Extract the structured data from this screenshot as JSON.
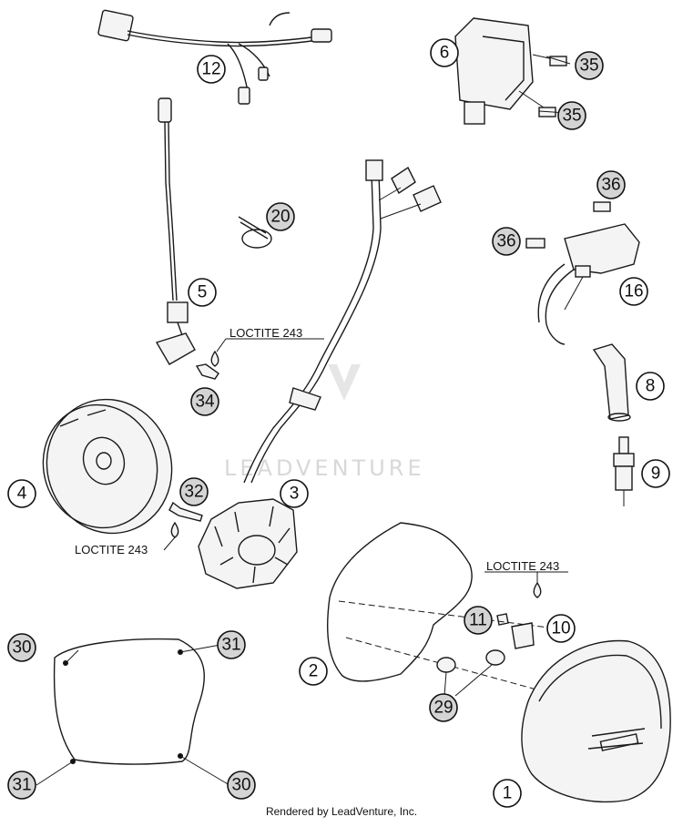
{
  "callouts": {
    "c1": "1",
    "c2": "2",
    "c3": "3",
    "c4": "4",
    "c5": "5",
    "c6": "6",
    "c8": "8",
    "c9": "9",
    "c10": "10",
    "c11": "11",
    "c12": "12",
    "c16": "16",
    "c20": "20",
    "c29": "29",
    "c30a": "30",
    "c30b": "30",
    "c31a": "31",
    "c31b": "31",
    "c32": "32",
    "c34": "34",
    "c35a": "35",
    "c35b": "35",
    "c36a": "36",
    "c36b": "36"
  },
  "notes": {
    "loctite_a": "LOCTITE 243",
    "loctite_b": "LOCTITE 243",
    "loctite_c": "LOCTITE 243"
  },
  "watermark": "LEADVENTURE",
  "footer": "Rendered by LeadVenture, Inc."
}
